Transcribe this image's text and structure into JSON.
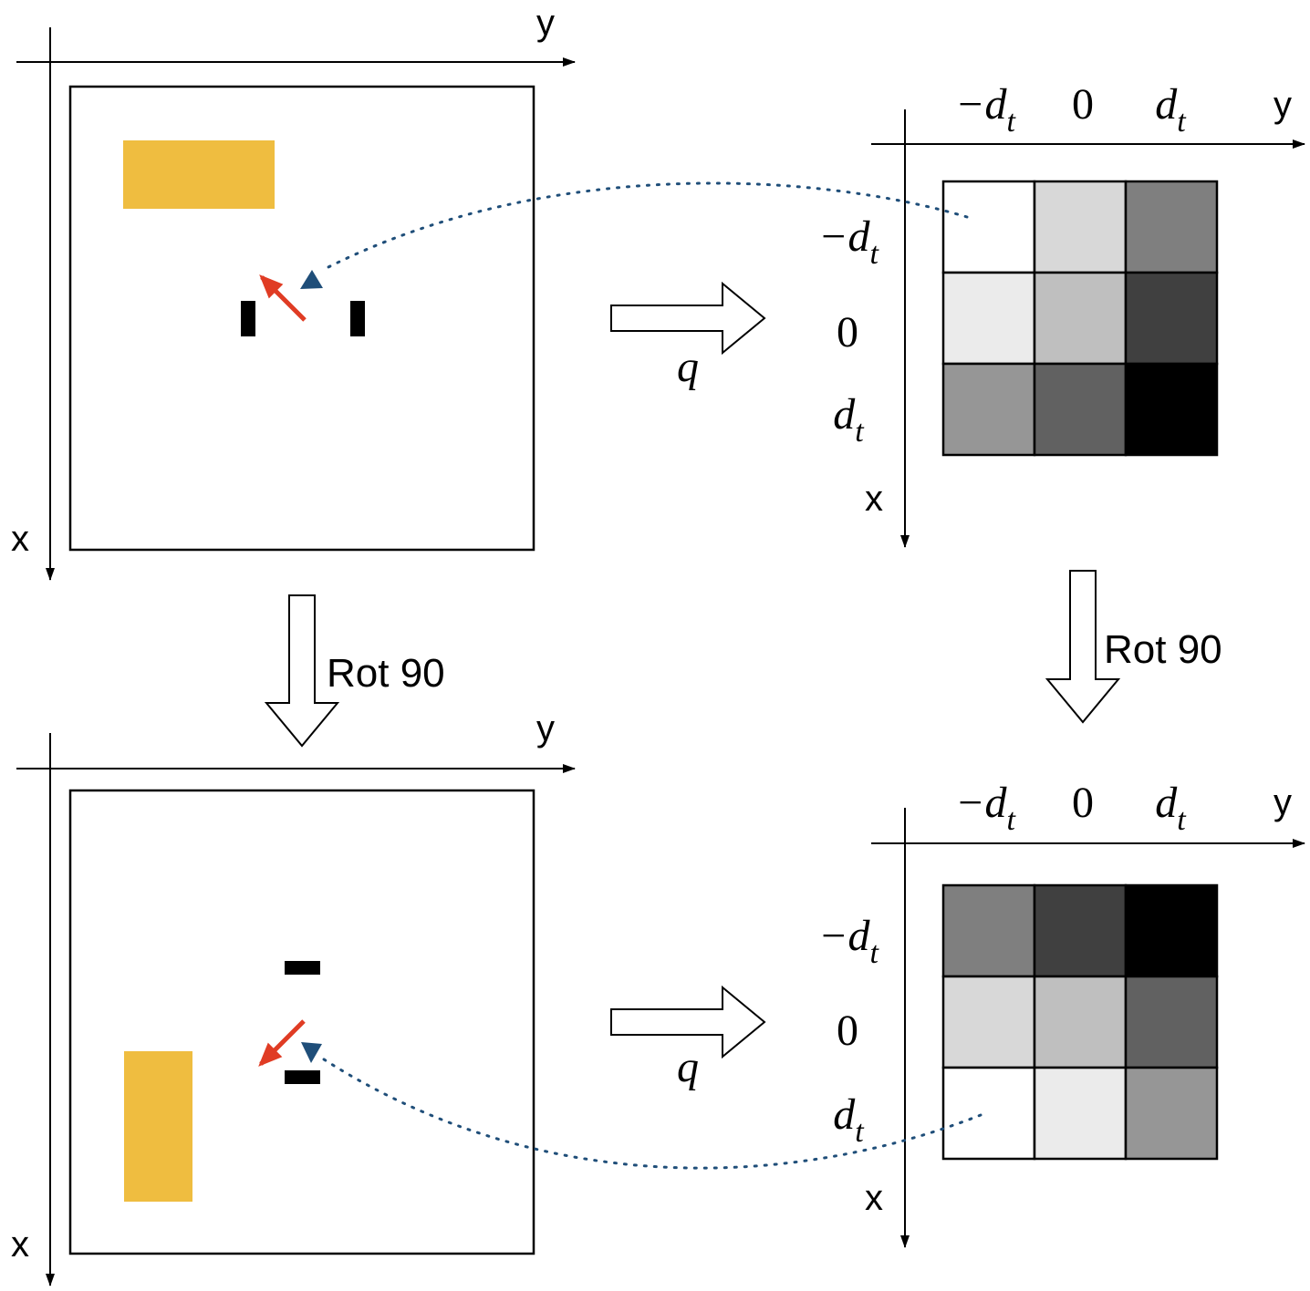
{
  "top_left": {
    "axis_x_label": "x",
    "axis_y_label": "y"
  },
  "bottom_left": {
    "axis_x_label": "x",
    "axis_y_label": "y"
  },
  "top_right": {
    "axis_x_label": "x",
    "axis_y_label": "y",
    "col_labels": [
      "−d",
      "0",
      "d"
    ],
    "col_subscripts": [
      "t",
      "",
      "t"
    ],
    "row_labels": [
      "−d",
      "0",
      "d"
    ],
    "row_subscripts": [
      "t",
      "",
      "t"
    ],
    "grid_colors": [
      [
        "#ffffff",
        "#d8d8d8",
        "#7f7f7f"
      ],
      [
        "#ebebeb",
        "#bfbfbf",
        "#404040"
      ],
      [
        "#969696",
        "#616161",
        "#000000"
      ]
    ]
  },
  "bottom_right": {
    "axis_x_label": "x",
    "axis_y_label": "y",
    "col_labels": [
      "−d",
      "0",
      "d"
    ],
    "col_subscripts": [
      "t",
      "",
      "t"
    ],
    "row_labels": [
      "−d",
      "0",
      "d"
    ],
    "row_subscripts": [
      "t",
      "",
      "t"
    ],
    "grid_colors": [
      [
        "#7f7f7f",
        "#404040",
        "#000000"
      ],
      [
        "#d8d8d8",
        "#bfbfbf",
        "#616161"
      ],
      [
        "#ffffff",
        "#ebebeb",
        "#969696"
      ]
    ]
  },
  "map_arrow_label": "q",
  "rotate_label_left": "Rot 90",
  "rotate_label_right": "Rot 90",
  "colors": {
    "object": "#efbd40",
    "agent_arrow": "#e03c24",
    "target_marker": "#1f4e79",
    "dotted_link": "#1f4e79",
    "wall": "#000000"
  }
}
